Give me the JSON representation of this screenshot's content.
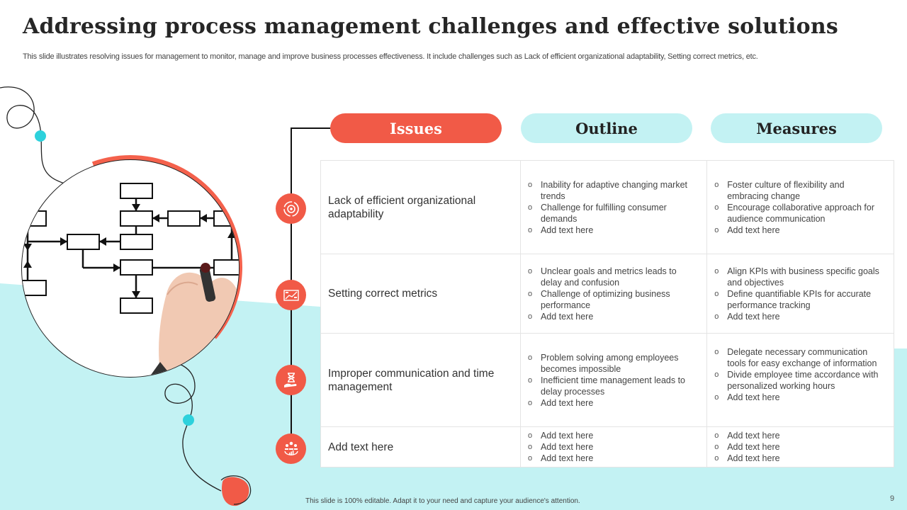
{
  "slide": {
    "title": "Addressing process management challenges and effective solutions",
    "subtitle": "This slide illustrates resolving issues for management to monitor, manage and improve business processes effectiveness. It include challenges such as Lack of efficient organizational adaptability, Setting correct metrics, etc.",
    "footer": "This slide is 100% editable.  Adapt it to your need and capture your audience's attention.",
    "page_number": "9"
  },
  "colors": {
    "accent_coral": "#f15a47",
    "accent_teal_light": "#c3f2f3",
    "accent_teal_dot": "#2dd1dc",
    "title_text": "#262626"
  },
  "headers": {
    "issues": "Issues",
    "outline": "Outline",
    "measures": "Measures"
  },
  "rows": [
    {
      "icon": "gear-cycle-icon",
      "issue": "Lack of efficient organizational adaptability",
      "outline": [
        "Inability for adaptive changing market trends",
        "Challenge for fulfilling consumer demands",
        "Add text here"
      ],
      "measures": [
        "Foster culture of flexibility and embracing change",
        "Encourage collaborative approach for audience communication",
        "Add text here"
      ]
    },
    {
      "icon": "metrics-chart-icon",
      "issue": "Setting correct metrics",
      "outline": [
        "Unclear goals and metrics leads to delay and confusion",
        "Challenge of optimizing business performance",
        "Add text here"
      ],
      "measures": [
        "Align KPIs with business specific goals and objectives",
        "Define quantifiable KPIs for accurate performance  tracking",
        "Add text here"
      ]
    },
    {
      "icon": "hourglass-hand-icon",
      "issue": "Improper communication and time management",
      "outline": [
        "Problem solving among employees becomes impossible",
        "Inefficient time management leads to delay processes",
        "Add text here"
      ],
      "measures": [
        "Delegate necessary communication tools for easy exchange of information",
        "Divide employee time accordance with personalized working hours",
        "Add text here"
      ]
    },
    {
      "icon": "team-growth-icon",
      "issue": "Add text here",
      "outline": [
        "Add text here",
        "Add text here",
        "Add text here"
      ],
      "measures": [
        "Add text here",
        "Add text here",
        "Add text here"
      ]
    }
  ]
}
